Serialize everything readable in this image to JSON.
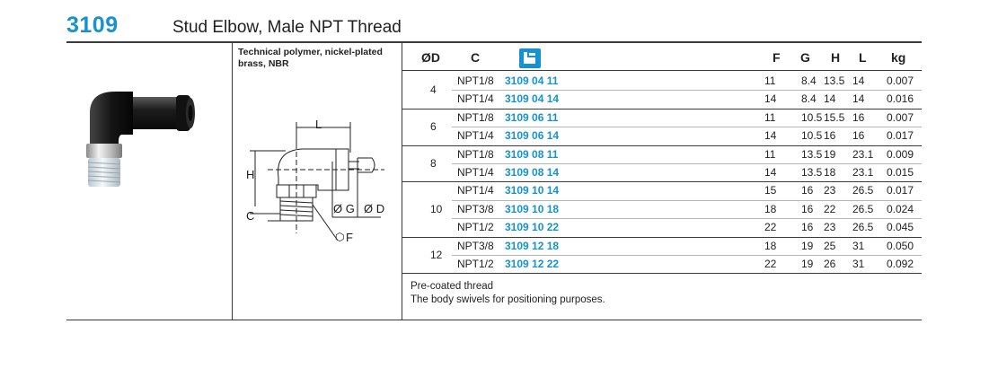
{
  "product": {
    "code": "3109",
    "title": "Stud Elbow, Male NPT Thread",
    "material": "Technical polymer, nickel-plated brass, NBR"
  },
  "drawing_labels": {
    "L": "L",
    "H": "H",
    "C": "C",
    "G": "Ø G",
    "D": "Ø D",
    "F": "F"
  },
  "table": {
    "headers": {
      "od": "ØD",
      "c": "C",
      "F": "F",
      "G": "G",
      "H": "H",
      "L": "L",
      "kg": "kg"
    },
    "groups": [
      {
        "od": "4",
        "rows": [
          {
            "c": "NPT1/8",
            "article": "3109 04 11",
            "F": "11",
            "G": "8.4",
            "H": "13.5",
            "L": "14",
            "kg": "0.007"
          },
          {
            "c": "NPT1/4",
            "article": "3109 04 14",
            "F": "14",
            "G": "8.4",
            "H": "14",
            "L": "14",
            "kg": "0.016"
          }
        ]
      },
      {
        "od": "6",
        "rows": [
          {
            "c": "NPT1/8",
            "article": "3109 06 11",
            "F": "11",
            "G": "10.5",
            "H": "15.5",
            "L": "16",
            "kg": "0.007"
          },
          {
            "c": "NPT1/4",
            "article": "3109 06 14",
            "F": "14",
            "G": "10.5",
            "H": "16",
            "L": "16",
            "kg": "0.017"
          }
        ]
      },
      {
        "od": "8",
        "rows": [
          {
            "c": "NPT1/8",
            "article": "3109 08 11",
            "F": "11",
            "G": "13.5",
            "H": "19",
            "L": "23.1",
            "kg": "0.009"
          },
          {
            "c": "NPT1/4",
            "article": "3109 08 14",
            "F": "14",
            "G": "13.5",
            "H": "18",
            "L": "23.1",
            "kg": "0.015"
          }
        ]
      },
      {
        "od": "10",
        "rows": [
          {
            "c": "NPT1/4",
            "article": "3109 10 14",
            "F": "15",
            "G": "16",
            "H": "23",
            "L": "26.5",
            "kg": "0.017"
          },
          {
            "c": "NPT3/8",
            "article": "3109 10 18",
            "F": "18",
            "G": "16",
            "H": "22",
            "L": "26.5",
            "kg": "0.024"
          },
          {
            "c": "NPT1/2",
            "article": "3109 10 22",
            "F": "22",
            "G": "16",
            "H": "23",
            "L": "26.5",
            "kg": "0.045"
          }
        ]
      },
      {
        "od": "12",
        "rows": [
          {
            "c": "NPT3/8",
            "article": "3109 12 18",
            "F": "18",
            "G": "19",
            "H": "25",
            "L": "31",
            "kg": "0.050"
          },
          {
            "c": "NPT1/2",
            "article": "3109 12 22",
            "F": "22",
            "G": "19",
            "H": "26",
            "L": "31",
            "kg": "0.092"
          }
        ]
      }
    ]
  },
  "notes": [
    "Pre-coated thread",
    "The body swivels for positioning purposes."
  ],
  "colors": {
    "accent": "#1592cf",
    "rule": "#3a3a3a"
  },
  "icons": {
    "catalog": "catalog-reference-icon"
  }
}
